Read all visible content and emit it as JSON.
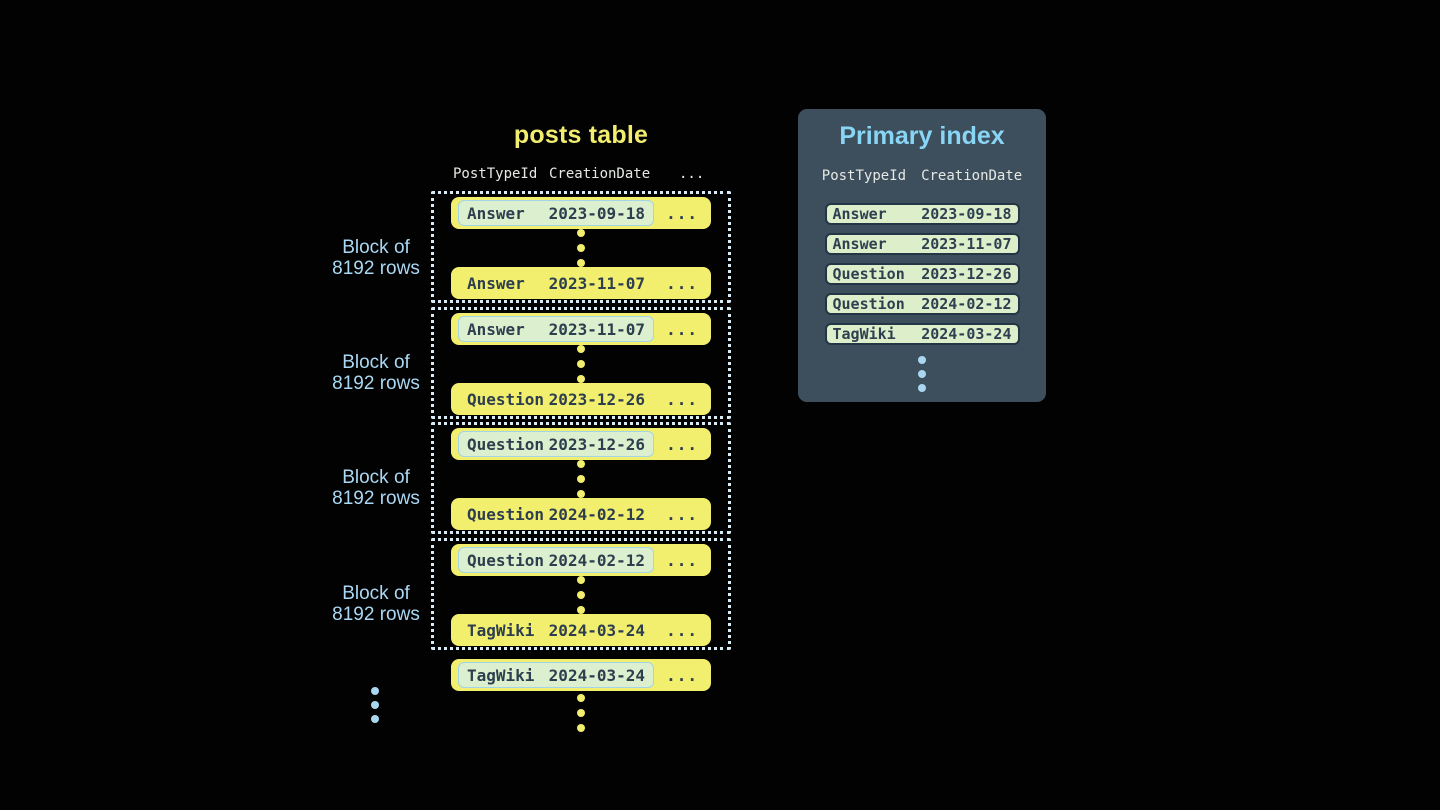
{
  "posts_table": {
    "title": "posts table",
    "columns": {
      "col1": "PostTypeId",
      "col2": "CreationDate",
      "col3": "..."
    },
    "ellipsis": "...",
    "block_label": {
      "line1": "Block of",
      "line2": "8192 rows"
    },
    "blocks": [
      {
        "first": {
          "type": "Answer",
          "date": "2023-09-18"
        },
        "last": {
          "type": "Answer",
          "date": "2023-11-07"
        }
      },
      {
        "first": {
          "type": "Answer",
          "date": "2023-11-07"
        },
        "last": {
          "type": "Question",
          "date": "2023-12-26"
        }
      },
      {
        "first": {
          "type": "Question",
          "date": "2023-12-26"
        },
        "last": {
          "type": "Question",
          "date": "2024-02-12"
        }
      },
      {
        "first": {
          "type": "Question",
          "date": "2024-02-12"
        },
        "last": {
          "type": "TagWiki",
          "date": "2024-03-24"
        }
      }
    ],
    "overflow_row": {
      "type": "TagWiki",
      "date": "2024-03-24"
    }
  },
  "primary_index": {
    "title": "Primary index",
    "columns": {
      "col1": "PostTypeId",
      "col2": "CreationDate"
    },
    "rows": [
      {
        "type": "Answer",
        "date": "2023-09-18"
      },
      {
        "type": "Answer",
        "date": "2023-11-07"
      },
      {
        "type": "Question",
        "date": "2023-12-26"
      },
      {
        "type": "Question",
        "date": "2024-02-12"
      },
      {
        "type": "TagWiki",
        "date": "2024-03-24"
      }
    ]
  },
  "colors": {
    "background": "#020202",
    "row_yellow": "#f2ee6e",
    "row_text_dark": "#2d3e4e",
    "highlight_green": "#dcefcf",
    "highlight_border_blue": "#a2d5e8",
    "dotted_border": "#d9ecf5",
    "label_blue": "#aad8f4",
    "index_panel_bg": "#3d4e5c",
    "index_title_blue": "#88d5f4",
    "index_row_green": "#ddeecb",
    "index_row_border": "#243645",
    "header_text": "#e6e9e4"
  }
}
